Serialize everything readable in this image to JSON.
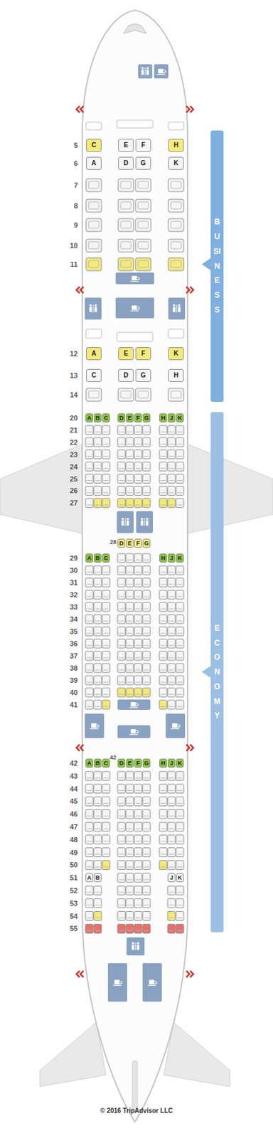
{
  "diagram": {
    "caption": "© 2016 TripAdvisor LLC",
    "nodes": [
      {
        "text": [
          "BUSINESS"
        ]
      },
      {
        "text": [
          "C"
        ]
      },
      {
        "text": [
          "E"
        ]
      },
      {
        "text": [
          "F"
        ]
      },
      {
        "text": [
          "H"
        ]
      },
      {
        "text": [
          "A"
        ]
      },
      {
        "text": [
          "D"
        ]
      },
      {
        "text": [
          "G"
        ]
      },
      {
        "text": [
          "K"
        ]
      },
      {
        "text": [
          "A"
        ]
      },
      {
        "text": [
          "E"
        ]
      },
      {
        "text": [
          "F"
        ]
      },
      {
        "text": [
          "K"
        ]
      },
      {
        "text": [
          "C"
        ]
      },
      {
        "text": [
          "D"
        ]
      },
      {
        "text": [
          "G"
        ]
      },
      {
        "text": [
          "H"
        ]
      },
      {
        "text": [
          "ECONOMY"
        ]
      },
      {
        "text": [
          "A"
        ]
      },
      {
        "text": [
          "B"
        ]
      },
      {
        "text": [
          "C"
        ]
      },
      {
        "text": [
          "D"
        ]
      },
      {
        "text": [
          "E"
        ]
      },
      {
        "text": [
          "F"
        ]
      },
      {
        "text": [
          "G"
        ]
      },
      {
        "text": [
          "H"
        ]
      },
      {
        "text": [
          "J"
        ]
      },
      {
        "text": [
          "K"
        ]
      },
      {
        "text": [
          "D"
        ]
      },
      {
        "text": [
          "E"
        ]
      },
      {
        "text": [
          "F"
        ]
      },
      {
        "text": [
          "G"
        ]
      },
      {
        "text": [
          "A"
        ]
      },
      {
        "text": [
          "B"
        ]
      },
      {
        "text": [
          "C"
        ]
      },
      {
        "text": [
          "H"
        ]
      },
      {
        "text": [
          "J"
        ]
      },
      {
        "text": [
          "K"
        ]
      },
      {
        "text": [
          "A"
        ]
      },
      {
        "text": [
          "B"
        ]
      },
      {
        "text": [
          "C"
        ]
      },
      {
        "text": [
          "D"
        ]
      },
      {
        "text": [
          "E"
        ]
      },
      {
        "text": [
          "F"
        ]
      },
      {
        "text": [
          "G"
        ]
      },
      {
        "text": [
          "H"
        ]
      },
      {
        "text": [
          "J"
        ]
      },
      {
        "text": [
          "K"
        ]
      },
      {
        "text": [
          "A"
        ]
      },
      {
        "text": [
          "B"
        ]
      },
      {
        "text": [
          "J"
        ]
      },
      {
        "text": [
          "K"
        ]
      }
    ],
    "labels": [
      "5",
      "6",
      "7",
      "8",
      "9",
      "10",
      "11",
      "12",
      "13",
      "14",
      "20",
      "21",
      "22",
      "23",
      "24",
      "25",
      "26",
      "27",
      "28",
      "29",
      "30",
      "31",
      "32",
      "33",
      "34",
      "35",
      "36",
      "37",
      "38",
      "39",
      "40",
      "41",
      "42",
      "42",
      "43",
      "44",
      "45",
      "46",
      "47",
      "48",
      "49",
      "50",
      "51",
      "52",
      "53",
      "54",
      "55"
    ]
  }
}
